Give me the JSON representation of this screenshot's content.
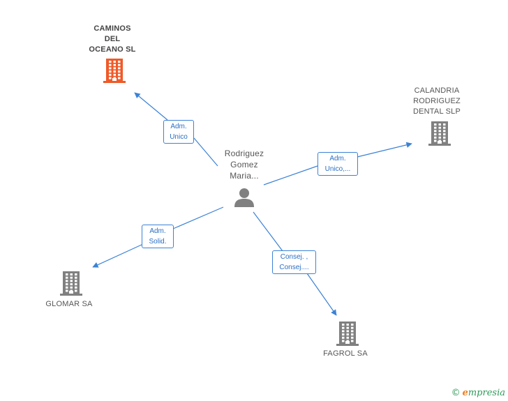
{
  "person": {
    "label": "Rodriguez\nGomez\nMaria..."
  },
  "companies": [
    {
      "id": "caminos",
      "label": "CAMINOS\nDEL\nOCEANO  SL",
      "color": "#f05a28"
    },
    {
      "id": "calandria",
      "label": "CALANDRIA\nRODRIGUEZ\nDENTAL  SLP",
      "color": "#808080"
    },
    {
      "id": "glomar",
      "label": "GLOMAR SA",
      "color": "#808080"
    },
    {
      "id": "fagrol",
      "label": "FAGROL SA",
      "color": "#808080"
    }
  ],
  "relations": [
    {
      "to": "caminos",
      "label": "Adm.\nUnico"
    },
    {
      "to": "calandria",
      "label": "Adm.\nUnico,..."
    },
    {
      "to": "glomar",
      "label": "Adm.\nSolid."
    },
    {
      "to": "fagrol",
      "label": "Consej. ,\nConsej...."
    }
  ],
  "colors": {
    "edge": "#3b82d6",
    "person": "#808080"
  },
  "footer": {
    "copyright": "©",
    "brand_e": "e",
    "brand_rest": "mpresia"
  }
}
